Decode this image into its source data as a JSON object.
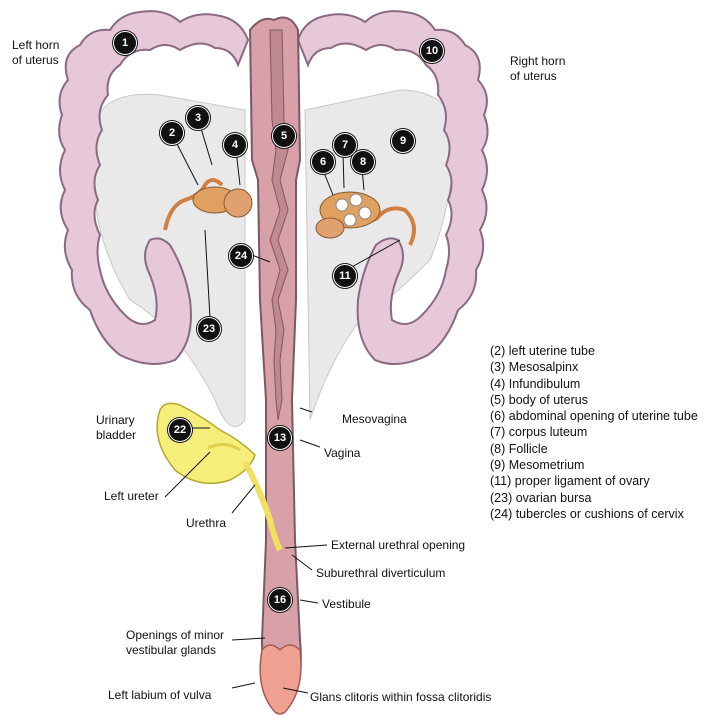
{
  "labels": {
    "left_horn": "Left horn of uterus",
    "right_horn": "Right horn of uterus",
    "urinary_bladder": "Urinary bladder",
    "left_ureter": "Left ureter",
    "urethra": "Urethra",
    "mesovagina": "Mesovagina",
    "vagina": "Vagina",
    "external_urethral_opening": "External urethral opening",
    "suburethral_diverticulum": "Suburethral diverticulum",
    "vestibule": "Vestibule",
    "openings_minor_glands": "Openings of minor vestibular glands",
    "left_labium": "Left labium of vulva",
    "glans_clitoris": "Glans clitoris within fossa clitoridis"
  },
  "markers": [
    "1",
    "2",
    "3",
    "4",
    "5",
    "6",
    "7",
    "8",
    "9",
    "10",
    "11",
    "13",
    "16",
    "22",
    "23",
    "24"
  ],
  "legend": [
    "(2) left uterine tube",
    "(3) Mesosalpinx",
    "(4) Infundibulum",
    "(5) body of uterus",
    "(6) abdominal opening of uterine tube",
    "(7) corpus luteum",
    "(8) Follicle",
    "(9) Mesometrium",
    "(11) proper ligament of ovary",
    "(23) ovarian bursa",
    "(24) tubercles or cushions of cervix"
  ],
  "colors": {
    "horn_fill": "#e6c8d8",
    "horn_stroke": "#8a6a80",
    "mesometrium": "#e8e8e8",
    "tract_fill": "#d8a0a8",
    "bladder": "#f5ee7a",
    "ovary": "#e0a060"
  }
}
